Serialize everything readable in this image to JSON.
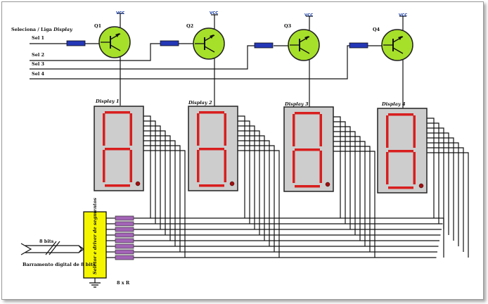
{
  "select_label": {
    "prefix": "Seleciona / Liga ",
    "italic": "Display"
  },
  "sel_lines": [
    "Sel 1",
    "Sel 2",
    "Sel 3",
    "Sel 4"
  ],
  "transistors": [
    {
      "label": "Q1",
      "vcc": "VCC"
    },
    {
      "label": "Q2",
      "vcc": "VCC"
    },
    {
      "label": "Q3",
      "vcc": "VCC"
    },
    {
      "label": "Q4",
      "vcc": "VCC"
    }
  ],
  "displays": [
    "Display 1",
    "Display 2",
    "Display 3",
    "Display 4"
  ],
  "driver_label": "Seletor e driver de segmentos",
  "bus_label": "8 bits",
  "bus_caption": "Barramento digital de 8 bits",
  "resistor_label": "8 x R",
  "colors": {
    "transistor_fill": "#a6e02a",
    "resistor_fill": "#2437b8",
    "resistor_array_fill": "#a364b7",
    "driver_fill": "#f5f500",
    "segment_on": "#d81e1e",
    "display_body": "#cdcdcd",
    "dot": "#a01010",
    "wire": "#111111",
    "vcc_text": "#1b3fa6"
  }
}
